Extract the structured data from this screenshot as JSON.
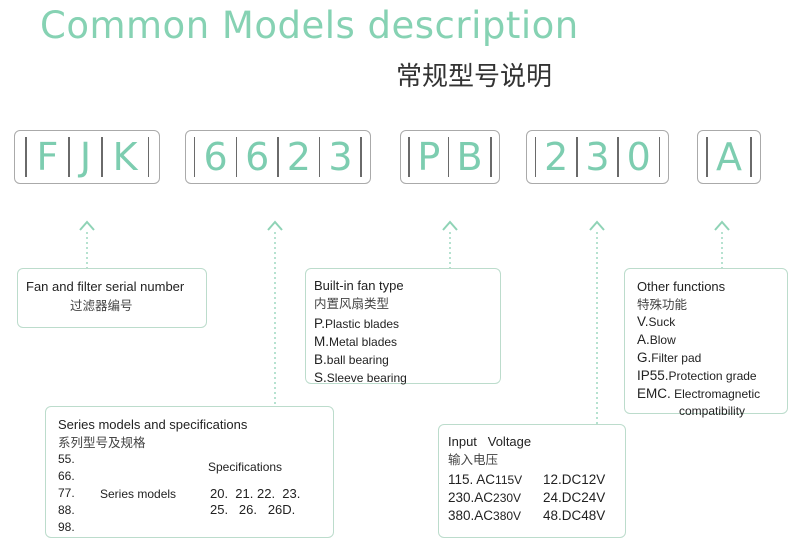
{
  "title": "Common Models description",
  "subtitle": "常规型号说明",
  "codes": [
    {
      "chars": [
        "F",
        "J",
        "K"
      ]
    },
    {
      "chars": [
        "6",
        "6",
        "2",
        "3"
      ]
    },
    {
      "chars": [
        "P",
        "B"
      ]
    },
    {
      "chars": [
        "2",
        "3",
        "0"
      ]
    },
    {
      "chars": [
        "A"
      ]
    }
  ],
  "fan_filter": {
    "heading": "Fan and filter serial number",
    "heading_cn": "过滤器编号"
  },
  "series": {
    "heading": "Series models and specifications",
    "heading_cn": "系列型号及规格",
    "numbers": [
      "55.",
      "66.",
      "77.",
      "88.",
      "98."
    ],
    "series_label": "Series models",
    "spec_label": "Specifications",
    "spec_row1": "20.  21. 22.  23.",
    "spec_row2": "25.   26.   26D."
  },
  "fan_type": {
    "heading": "Built-in fan type",
    "heading_cn": "内置风扇类型",
    "items": [
      {
        "code": "P.",
        "text": "Plastic blades"
      },
      {
        "code": "M.",
        "text": "Metal blades"
      },
      {
        "code": "B.",
        "text": "ball bearing"
      },
      {
        "code": "S.",
        "text": "Sleeve bearing"
      }
    ]
  },
  "voltage": {
    "heading": "Input   Voltage",
    "heading_cn": "输入电压",
    "ac": [
      {
        "code": "115. AC",
        "val": "115V"
      },
      {
        "code": "230.AC",
        "val": "230V"
      },
      {
        "code": "380.AC",
        "val": "380V"
      }
    ],
    "dc": [
      {
        "code": "12.DC",
        "val": "12V"
      },
      {
        "code": "24.DC",
        "val": "24V"
      },
      {
        "code": "48.DC",
        "val": "48V"
      }
    ]
  },
  "other": {
    "heading": "Other functions",
    "heading_cn": "特殊功能",
    "items": [
      {
        "code": "V.",
        "text": "Suck"
      },
      {
        "code": "A.",
        "text": "Blow"
      },
      {
        "code": "G.",
        "text": "Filter pad"
      },
      {
        "code": "IP55.",
        "text": "Protection grade"
      },
      {
        "code": "EMC.",
        "text": "Electromagnetic"
      }
    ],
    "extra": "compatibility"
  },
  "colors": {
    "accent": "#86d2b3",
    "arrow": "#8fd3b6",
    "border": "#bcdccc"
  }
}
